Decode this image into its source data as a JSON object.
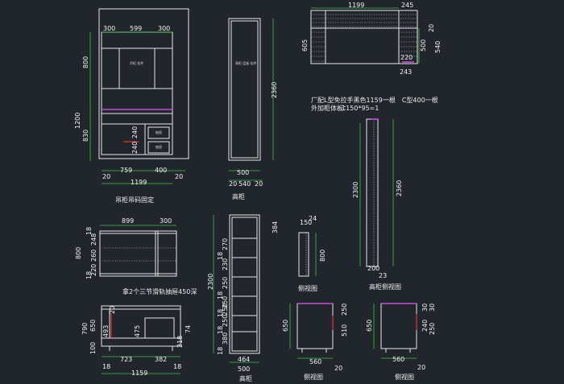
{
  "colors": {
    "background": "#21262c",
    "lines": "#e6e6e6",
    "dimension_lines": "#3fbf3f",
    "edge_band": "#c84ad6",
    "accent": "#e03030"
  },
  "wardrobe": {
    "dims_top": [
      "300",
      "599",
      "300"
    ],
    "dims_left": [
      "800",
      "1200",
      "830"
    ],
    "dims_mid": [
      "240",
      "240"
    ],
    "dims_bottom": [
      "20",
      "759",
      "400",
      "20"
    ],
    "width": "1199",
    "inner_label": "吊柜 挂件",
    "drawer_label1": "抽屉",
    "drawer_label2": "抽屉",
    "caption": "吊柜吊码固定"
  },
  "tall_cabinet": {
    "height": "2360",
    "width": "500",
    "depth": "540",
    "inner_label": "高柜 层板 挂件",
    "caption": "高柜"
  },
  "plan_view": {
    "top_dims": [
      "1199",
      "245"
    ],
    "left_dim": "605",
    "right_dims": [
      "20",
      "500",
      "540"
    ],
    "inner_dim": "220",
    "bottom_dim": "243"
  },
  "notes": {
    "line1": "厂配L型免拉手黑色1159一根　C型400一根",
    "line2": "外加柜体板：",
    "line3": "1150*95=1"
  },
  "tall_side": {
    "height_outer": "2360",
    "height_inner": "2300",
    "bottom_dims": [
      "200",
      "23"
    ],
    "caption": "高柜侧视图"
  },
  "drawer_cabinet": {
    "top_dims": [
      "899",
      "300"
    ],
    "left_dims": [
      "800",
      "18",
      "248",
      "260",
      "220",
      "18"
    ],
    "caption": "拿2个三节滑轨抽屉450深"
  },
  "side_small": {
    "top_dims": [
      "150",
      "24"
    ],
    "height": "800",
    "caption": "侧视图"
  },
  "tall_shelf": {
    "left_dims": [
      "2300",
      "18",
      "270",
      "230",
      "250",
      "18",
      "250",
      "18",
      "250",
      "18",
      "250",
      "380",
      "18"
    ],
    "right_dim": "384",
    "inner": "464",
    "width": "500",
    "caption": "高柜"
  },
  "base_cabinet": {
    "left_dims": [
      "790",
      "650",
      "100"
    ],
    "inner_dims": [
      "493",
      "475",
      "20"
    ],
    "right_dims": [
      "218",
      "74"
    ],
    "bottom_dims": [
      "18",
      "723",
      "382",
      "18"
    ],
    "width": "1159"
  },
  "side_view2": {
    "left_dim": "650",
    "right_dims": [
      "250",
      "510"
    ],
    "bottom_dim": "560",
    "extra": "20",
    "caption": "侧视图"
  },
  "side_view3": {
    "left_dim": "650",
    "right_dims": [
      "240",
      "30",
      "30",
      "250"
    ],
    "bottom_dim": "560",
    "extra": "20",
    "caption": "侧视图"
  }
}
